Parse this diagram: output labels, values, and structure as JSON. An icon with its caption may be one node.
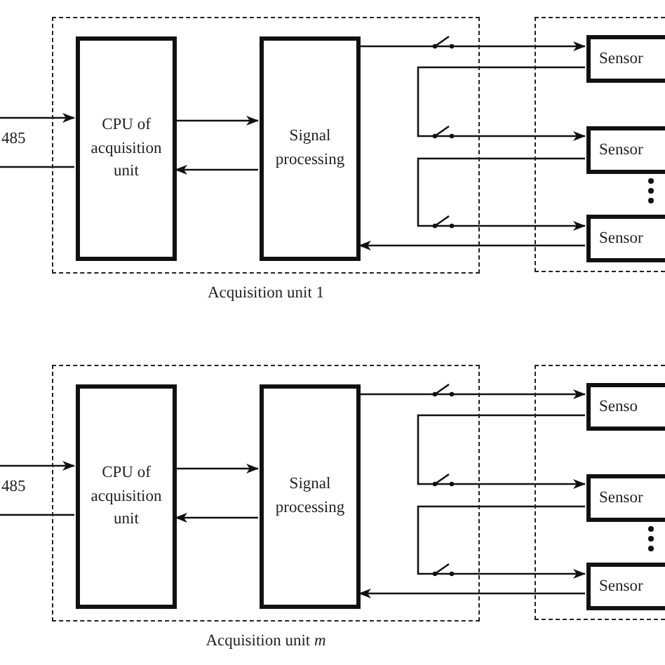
{
  "diagram": {
    "nodes": [
      {
        "text": [
          "Acquisition unit 1"
        ]
      },
      {
        "text": [
          "CPU of acquisition unit"
        ],
        "in": 0
      },
      {
        "text": [
          "Signal processing"
        ],
        "in": 0
      },
      {
        "text": [],
        "shape": "box"
      },
      {
        "text": [
          "Sensor"
        ],
        "in": 3
      },
      {
        "text": [
          "Sensor"
        ],
        "in": 3
      },
      {
        "text": [
          "Sensor"
        ],
        "in": 3
      },
      {
        "text": [
          "Acquisition unit *m*"
        ]
      },
      {
        "text": [
          "CPU of acquisition unit"
        ],
        "in": 7
      },
      {
        "text": [
          "Signal processing"
        ],
        "in": 7
      },
      {
        "text": [],
        "shape": "box"
      },
      {
        "text": [
          "Senso"
        ],
        "in": 10
      },
      {
        "text": [
          "Sensor"
        ],
        "in": 10
      },
      {
        "text": [
          "Sensor"
        ],
        "in": 10
      }
    ],
    "edges": [
      {
        "from": null,
        "to": 1,
        "arrow": "to"
      },
      {
        "from": 1,
        "to": null,
        "arrow": "none"
      },
      {
        "from": 1,
        "to": 2,
        "arrow": "to"
      },
      {
        "from": 2,
        "to": 1,
        "arrow": "to"
      },
      {
        "from": 2,
        "to": 4,
        "arrow": "to"
      },
      {
        "from": 4,
        "to": 5,
        "arrow": "to"
      },
      {
        "from": 5,
        "to": 6,
        "arrow": "to"
      },
      {
        "from": 6,
        "to": 2,
        "arrow": "to"
      },
      {
        "from": null,
        "to": 8,
        "arrow": "to"
      },
      {
        "from": 8,
        "to": null,
        "arrow": "none"
      },
      {
        "from": 8,
        "to": 9,
        "arrow": "to"
      },
      {
        "from": 9,
        "to": 8,
        "arrow": "to"
      },
      {
        "from": 9,
        "to": 11,
        "arrow": "to"
      },
      {
        "from": 11,
        "to": 12,
        "arrow": "to"
      },
      {
        "from": 12,
        "to": 13,
        "arrow": "to"
      },
      {
        "from": 13,
        "to": 9,
        "arrow": "to"
      }
    ],
    "labels": [
      "485",
      "485"
    ]
  }
}
